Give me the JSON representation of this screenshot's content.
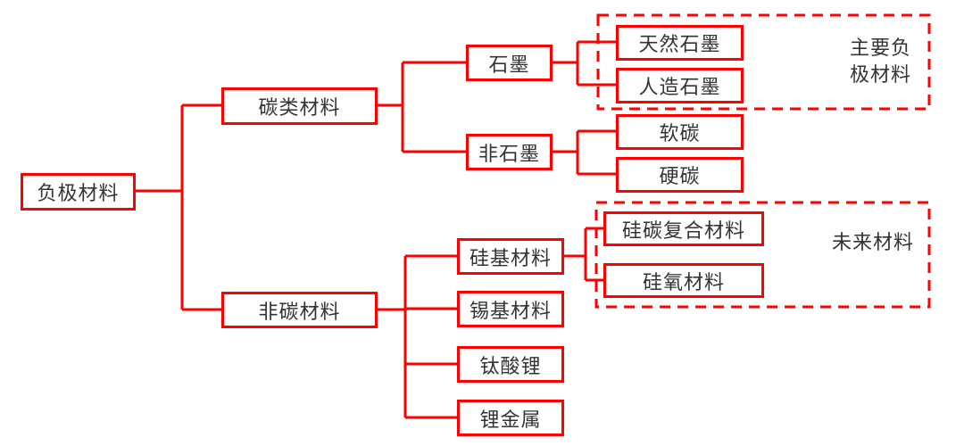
{
  "diagram": {
    "title": "负极材料",
    "line_color": "#ff0000",
    "text_color": "#333333",
    "nodes": {
      "root": "负极材料",
      "carbon": "碳类材料",
      "non_carbon": "非碳材料",
      "graphite": "石墨",
      "non_graphite": "非石墨",
      "natural_graphite": "天然石墨",
      "artificial_graphite": "人造石墨",
      "soft_carbon": "软碳",
      "hard_carbon": "硬碳",
      "silicon_based": "硅基材料",
      "tin_based": "锡基材料",
      "lithium_titanate": "钛酸锂",
      "lithium_metal": "锂金属",
      "silicon_carbon": "硅碳复合材料",
      "silicon_oxide": "硅氧材料"
    },
    "groups": {
      "main": {
        "line1": "主要负",
        "line2": "极材料"
      },
      "future": {
        "label": "未来材料"
      }
    }
  }
}
